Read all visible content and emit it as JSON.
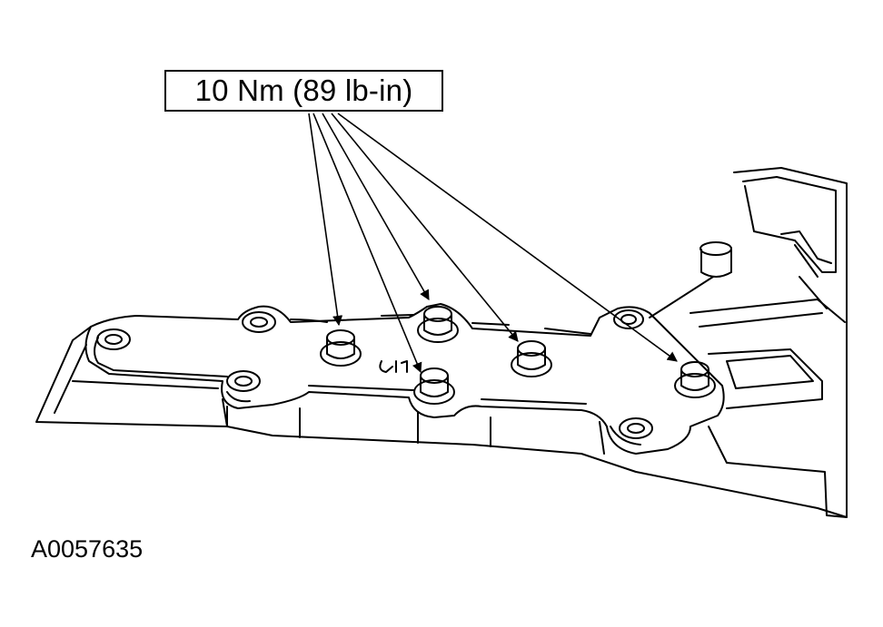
{
  "diagram": {
    "torque_callout": "10 Nm (89 lb-in)",
    "figure_id": "A0057635",
    "bolt_count": 5
  }
}
